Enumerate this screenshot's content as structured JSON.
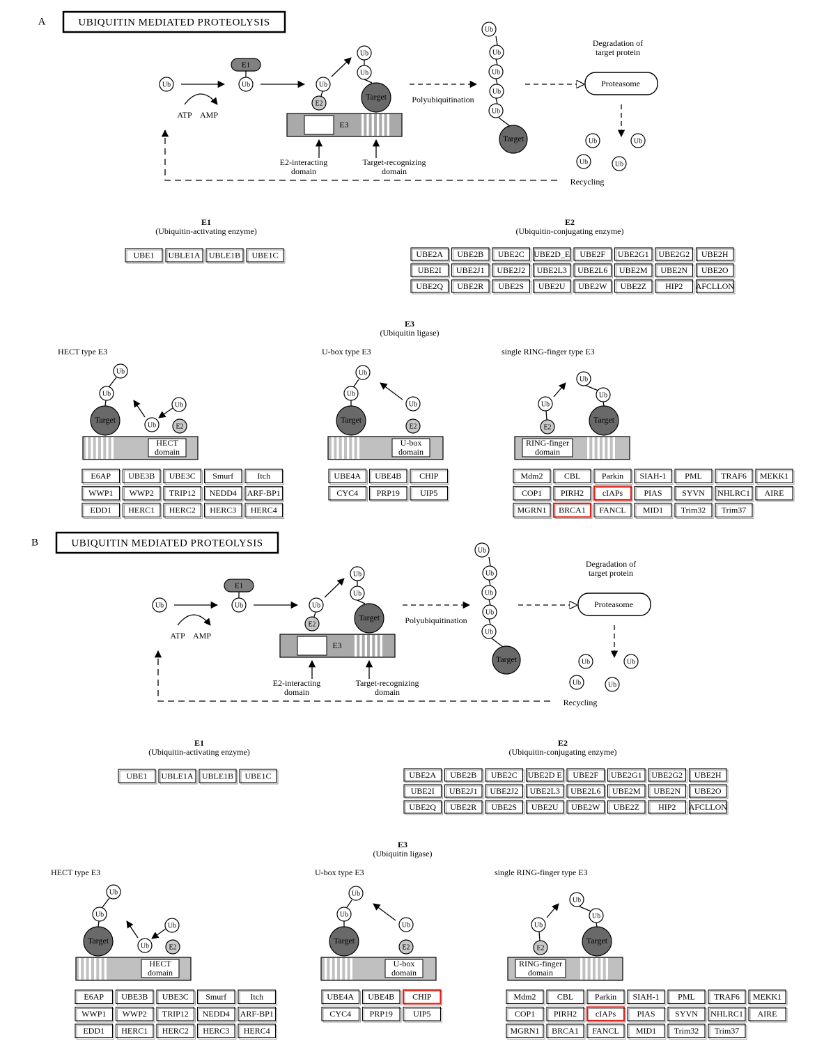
{
  "colors": {
    "node_border": "#000000",
    "highlight_border": "#e0241b",
    "target_fill": "#696969",
    "e1_fill": "#808080",
    "e2_fill": "#c8c8c8",
    "domain_fill": "#c0c0c0",
    "e3_bar_fill": "#a9a9a9"
  },
  "panels": [
    {
      "panel_label": "A",
      "title": "UBIQUITIN MEDIATED PROTEOLYSIS",
      "pathway": {
        "ub": "Ub",
        "e1": "E1",
        "e2": "E2",
        "e3": "E3",
        "target": "Target",
        "atp": "ATP",
        "amp": "AMP",
        "polyubiquitination": "Polyubiquitination",
        "degradation_line1": "Degradation of",
        "degradation_line2": "target protein",
        "proteasome": "Proteasome",
        "recycling": "Recycling",
        "e2_domain_line1": "E2-interacting",
        "e2_domain_line2": "domain",
        "target_domain_line1": "Target-recognizing",
        "target_domain_line2": "domain"
      },
      "e1": {
        "heading": "E1",
        "subheading": "(Ubiquitin-activating enzyme)",
        "rows": [
          [
            "UBE1",
            "UBLE1A",
            "UBLE1B",
            "UBE1C"
          ]
        ]
      },
      "e2": {
        "heading": "E2",
        "subheading": "(Ubiquitin-conjugating enzyme)",
        "rows": [
          [
            "UBE2A",
            "UBE2B",
            "UBE2C",
            "UBE2D_E",
            "UBE2F",
            "UBE2G1",
            "UBE2G2",
            "UBE2H"
          ],
          [
            "UBE2I",
            "UBE2J1",
            "UBE2J2",
            "UBE2L3",
            "UBE2L6",
            "UBE2M",
            "UBE2N",
            "UBE2O"
          ],
          [
            "UBE2Q",
            "UBE2R",
            "UBE2S",
            "UBE2U",
            "UBE2W",
            "UBE2Z",
            "HIP2",
            "AFCLLON"
          ]
        ]
      },
      "e3": {
        "heading": "E3",
        "subheading": "(Ubiquitin ligase)",
        "hect": {
          "label": "HECT type E3",
          "domain_line1": "HECT",
          "domain_line2": "domain",
          "rows": [
            [
              "E6AP",
              "UBE3B",
              "UBE3C",
              "Smurf",
              "Itch"
            ],
            [
              "WWP1",
              "WWP2",
              "TRIP12",
              "NEDD4",
              "ARF-BP1"
            ],
            [
              "EDD1",
              "HERC1",
              "HERC2",
              "HERC3",
              "HERC4"
            ]
          ]
        },
        "ubox": {
          "label": "U-box type E3",
          "domain_line1": "U-box",
          "domain_line2": "domain",
          "rows": [
            [
              "UBE4A",
              "UBE4B",
              "CHIP"
            ],
            [
              "CYC4",
              "PRP19",
              "UIP5"
            ]
          ]
        },
        "ring": {
          "label": "single RING-finger type E3",
          "domain_line1": "RING-finger",
          "domain_line2": "domain",
          "rows": [
            [
              "Mdm2",
              "CBL",
              "Parkin",
              "SIAH-1",
              "PML",
              "TRAF6",
              "MEKK1"
            ],
            [
              "COP1",
              "PIRH2",
              "cIAPs",
              "PIAS",
              "SYVN",
              "NHLRC1",
              "AIRE"
            ],
            [
              "MGRN1",
              "BRCA1",
              "FANCL",
              "MID1",
              "Trim32",
              "Trim37"
            ]
          ]
        },
        "highlighted": [
          "cIAPs",
          "BRCA1"
        ]
      }
    },
    {
      "panel_label": "B",
      "title": "UBIQUITIN MEDIATED PROTEOLYSIS",
      "pathway": {
        "ub": "Ub",
        "e1": "E1",
        "e2": "E2",
        "e3": "E3",
        "target": "Target",
        "atp": "ATP",
        "amp": "AMP",
        "polyubiquitination": "Polyubiquitination",
        "degradation_line1": "Degradation of",
        "degradation_line2": "target protein",
        "proteasome": "Proteasome",
        "recycling": "Recycling",
        "e2_domain_line1": "E2-interacting",
        "e2_domain_line2": "domain",
        "target_domain_line1": "Target-recognizing",
        "target_domain_line2": "domain"
      },
      "e1": {
        "heading": "E1",
        "subheading": "(Ubiquitin-activating enzyme)",
        "rows": [
          [
            "UBE1",
            "UBLE1A",
            "UBLE1B",
            "UBE1C"
          ]
        ]
      },
      "e2": {
        "heading": "E2",
        "subheading": "(Ubiquitin-conjugating enzyme)",
        "rows": [
          [
            "UBE2A",
            "UBE2B",
            "UBE2C",
            "UBE2D E",
            "UBE2F",
            "UBE2G1",
            "UBE2G2",
            "UBE2H"
          ],
          [
            "UBE2I",
            "UBE2J1",
            "UBE2J2",
            "UBE2L3",
            "UBE2L6",
            "UBE2M",
            "UBE2N",
            "UBE2O"
          ],
          [
            "UBE2Q",
            "UBE2R",
            "UBE2S",
            "UBE2U",
            "UBE2W",
            "UBE2Z",
            "HIP2",
            "AFCLLON"
          ]
        ]
      },
      "e3": {
        "heading": "E3",
        "subheading": "(Ubiquitin ligase)",
        "hect": {
          "label": "HECT type E3",
          "domain_line1": "HECT",
          "domain_line2": "domain",
          "rows": [
            [
              "E6AP",
              "UBE3B",
              "UBE3C",
              "Smurf",
              "Itch"
            ],
            [
              "WWP1",
              "WWP2",
              "TRIP12",
              "NEDD4",
              "ARF-BP1"
            ],
            [
              "EDD1",
              "HERC1",
              "HERC2",
              "HERC3",
              "HERC4"
            ]
          ]
        },
        "ubox": {
          "label": "U-box type E3",
          "domain_line1": "U-box",
          "domain_line2": "domain",
          "rows": [
            [
              "UBE4A",
              "UBE4B",
              "CHIP"
            ],
            [
              "CYC4",
              "PRP19",
              "UIP5"
            ]
          ]
        },
        "ring": {
          "label": "single RING-finger type E3",
          "domain_line1": "RING-finger",
          "domain_line2": "domain",
          "rows": [
            [
              "Mdm2",
              "CBL",
              "Parkin",
              "SIAH-1",
              "PML",
              "TRAF6",
              "MEKK1"
            ],
            [
              "COP1",
              "PIRH2",
              "cIAPs",
              "PIAS",
              "SYVN",
              "NHLRC1",
              "AIRE"
            ],
            [
              "MGRN1",
              "BRCA1",
              "FANCL",
              "MID1",
              "Trim32",
              "Trim37"
            ]
          ]
        },
        "highlighted": [
          "CHIP",
          "cIAPs"
        ]
      }
    }
  ]
}
